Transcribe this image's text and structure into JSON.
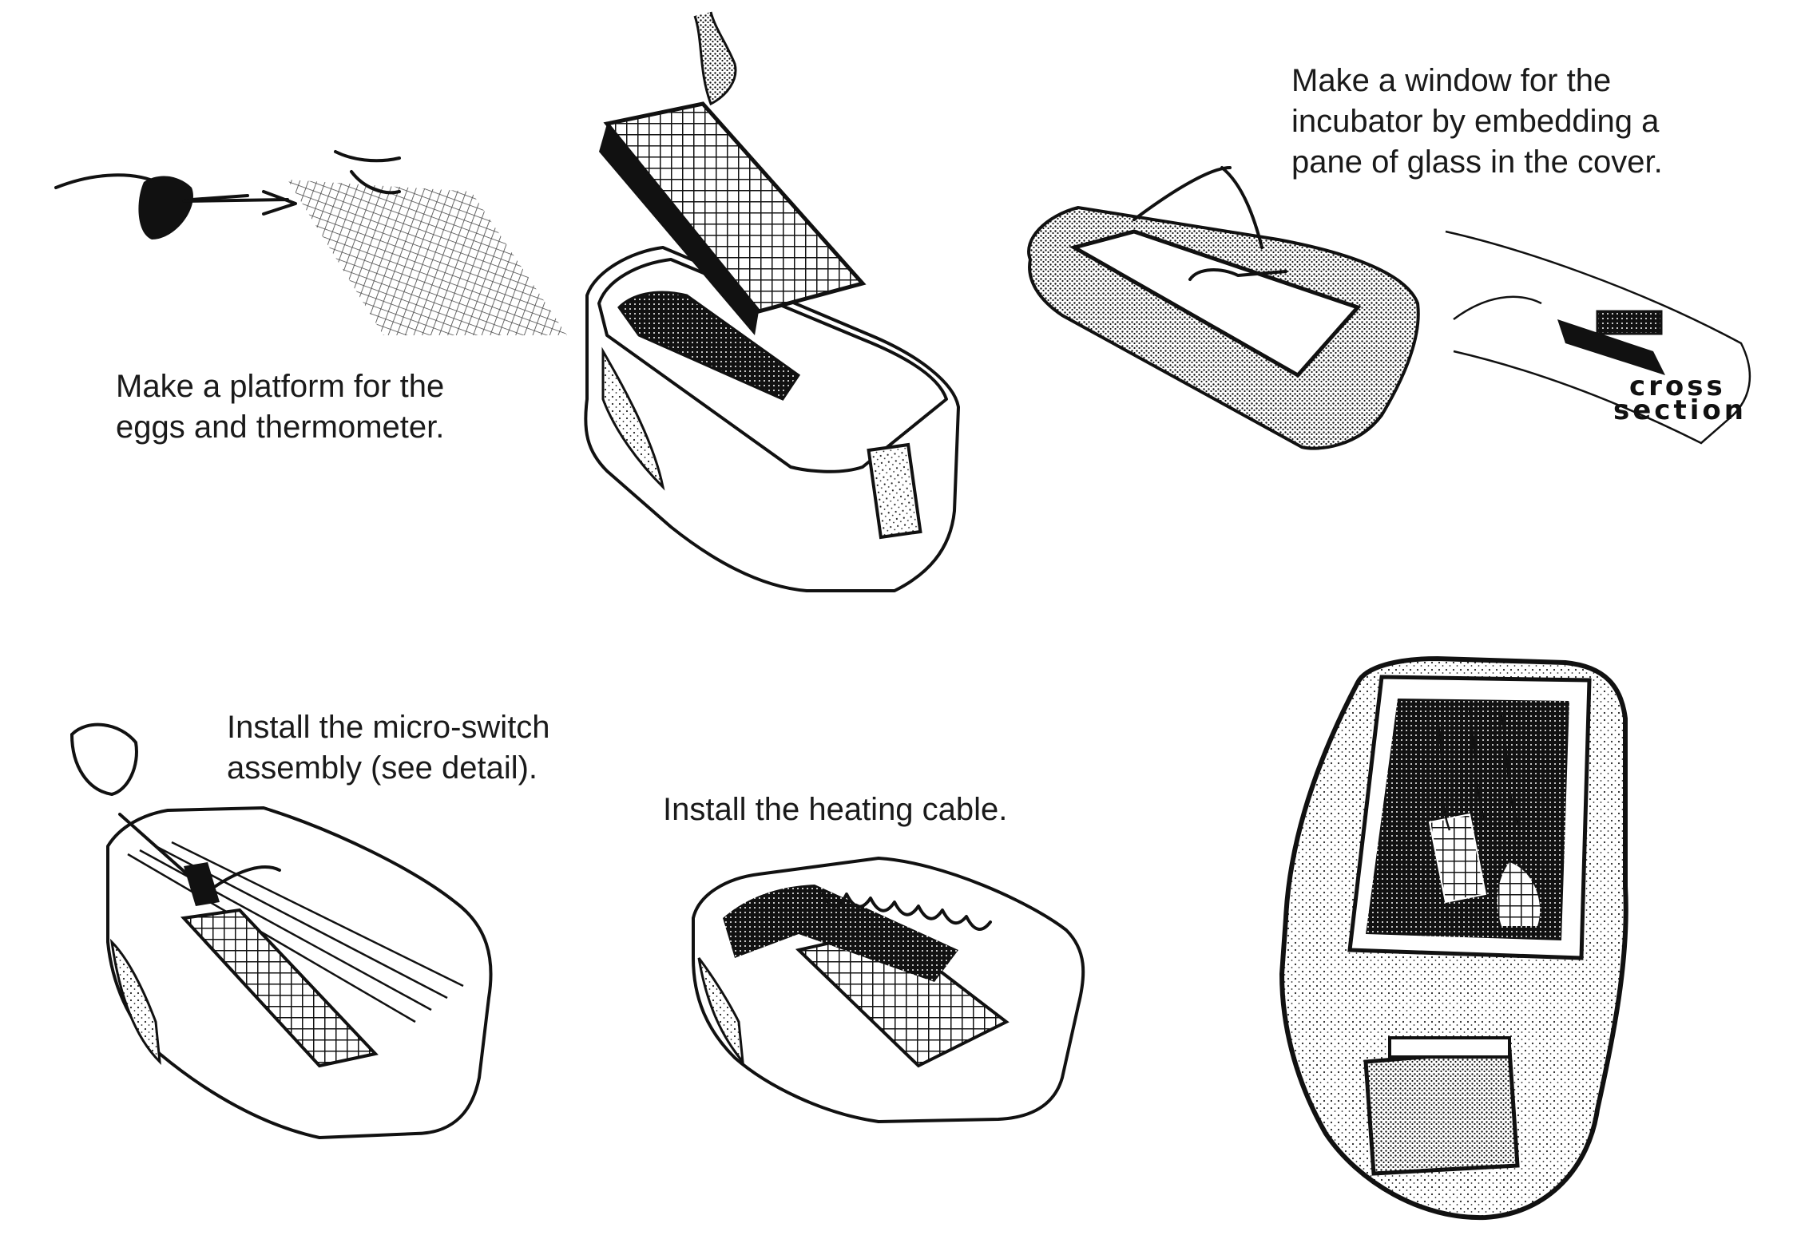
{
  "steps": [
    {
      "id": "platform",
      "lines": [
        "Make a platform for the",
        "eggs and thermometer."
      ]
    },
    {
      "id": "window",
      "lines": [
        "Make a window for the",
        "incubator by embedding a",
        "pane of glass in the cover."
      ]
    },
    {
      "id": "microswitch",
      "lines": [
        "Install the micro-switch",
        "assembly (see detail)."
      ]
    },
    {
      "id": "heating",
      "lines": [
        "Install the heating cable."
      ]
    }
  ],
  "cross_section_label": [
    "cross",
    "section"
  ]
}
